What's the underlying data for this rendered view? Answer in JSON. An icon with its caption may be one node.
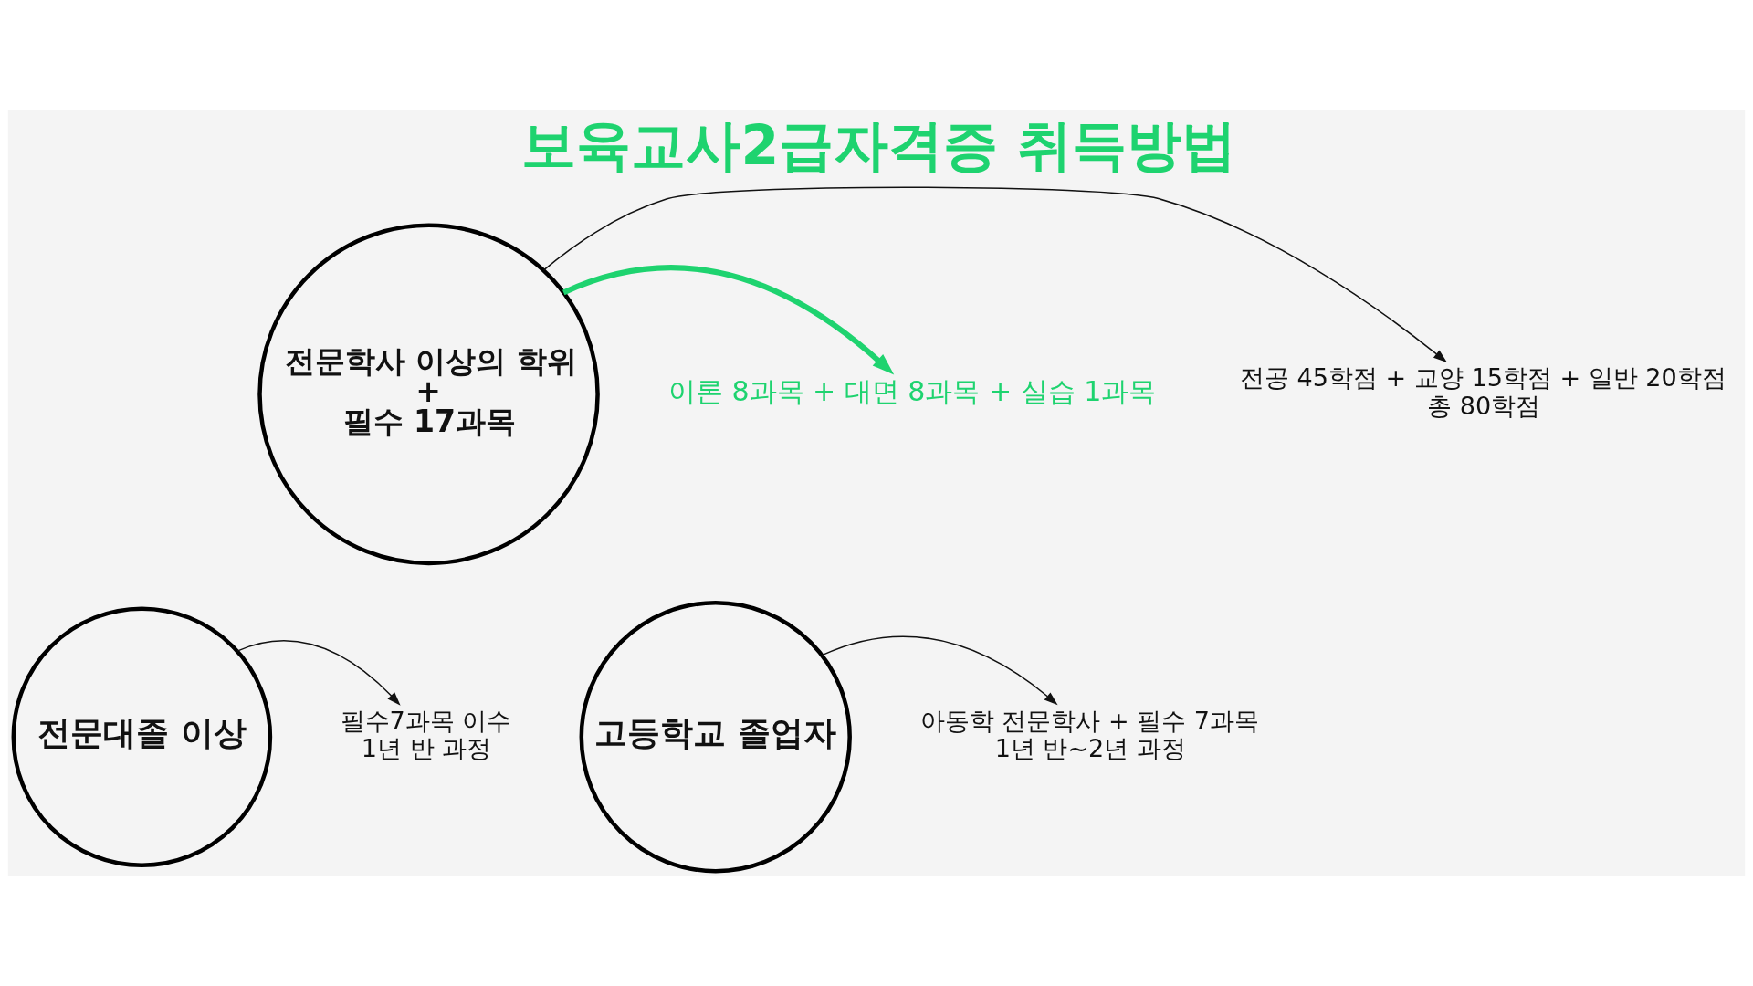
{
  "diagram": {
    "title": "보육교사2급자격증 취득방법",
    "nodes": [
      {
        "text": [
          "전문학사 이상의 학위",
          "+",
          "필수 17과목"
        ]
      },
      {
        "text": [
          "전문대졸 이상"
        ]
      },
      {
        "text": [
          "고등학교 졸업자"
        ]
      },
      {
        "text": [
          "전공 45학점 + 교양 15학점 + 일반 20학점",
          "총 80학점"
        ]
      },
      {
        "text": [
          "이론 8과목 + 대면 8과목 + 실습 1과목"
        ]
      },
      {
        "text": [
          "필수7과목 이수",
          "1년 반 과정"
        ]
      },
      {
        "text": [
          "아동학 전문학사 + 필수 7과목",
          "1년 반~2년 과정"
        ]
      }
    ],
    "edges": [
      {
        "from": 0,
        "to": 3,
        "arrow": "to"
      },
      {
        "from": 0,
        "to": 4,
        "arrow": "to",
        "style": "thick",
        "color": "#1ed36f"
      },
      {
        "from": 1,
        "to": 5,
        "arrow": "to"
      },
      {
        "from": 2,
        "to": 6,
        "arrow": "to"
      }
    ]
  }
}
